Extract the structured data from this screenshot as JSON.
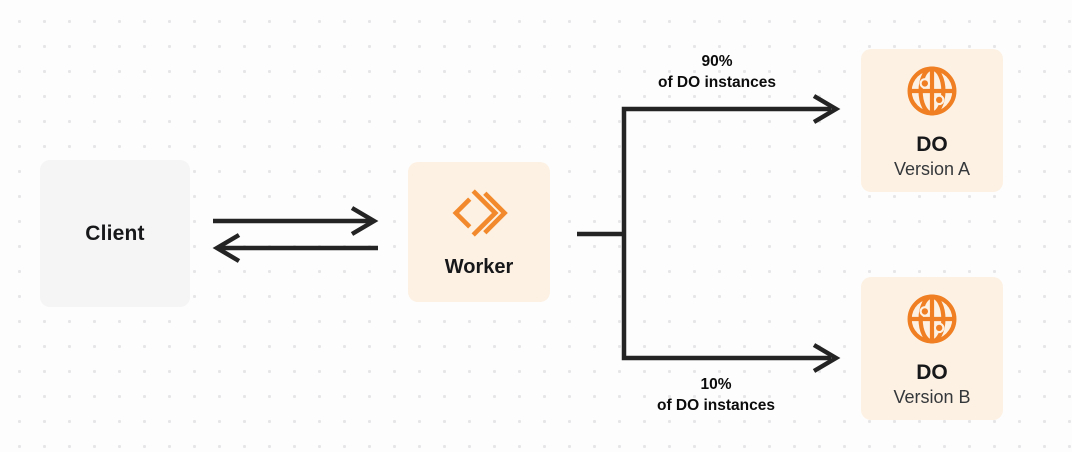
{
  "diagram": {
    "description": "Worker routing traffic between two Durable Object versions",
    "colors": {
      "accent_orange": "#f28a2d",
      "node_orange_bg": "#fdf1e3",
      "node_gray_bg": "#f5f5f6",
      "arrow": "#242424",
      "text_dark": "#17181a",
      "text_muted": "#35383b",
      "dot_grid": "#e6e6e8"
    },
    "nodes": {
      "client": {
        "label": "Client"
      },
      "worker": {
        "label": "Worker",
        "icon": "cloudflare-workers-icon"
      },
      "do_a": {
        "title": "DO",
        "subtitle": "Version A",
        "icon": "durable-object-globe-icon"
      },
      "do_b": {
        "title": "DO",
        "subtitle": "Version B",
        "icon": "durable-object-globe-icon"
      }
    },
    "edges": {
      "client_worker": {
        "type": "bidirectional-arrows"
      },
      "top_branch_label": {
        "line1": "90%",
        "line2": "of DO instances"
      },
      "bottom_branch_label": {
        "line1": "10%",
        "line2": "of DO instances"
      }
    }
  }
}
